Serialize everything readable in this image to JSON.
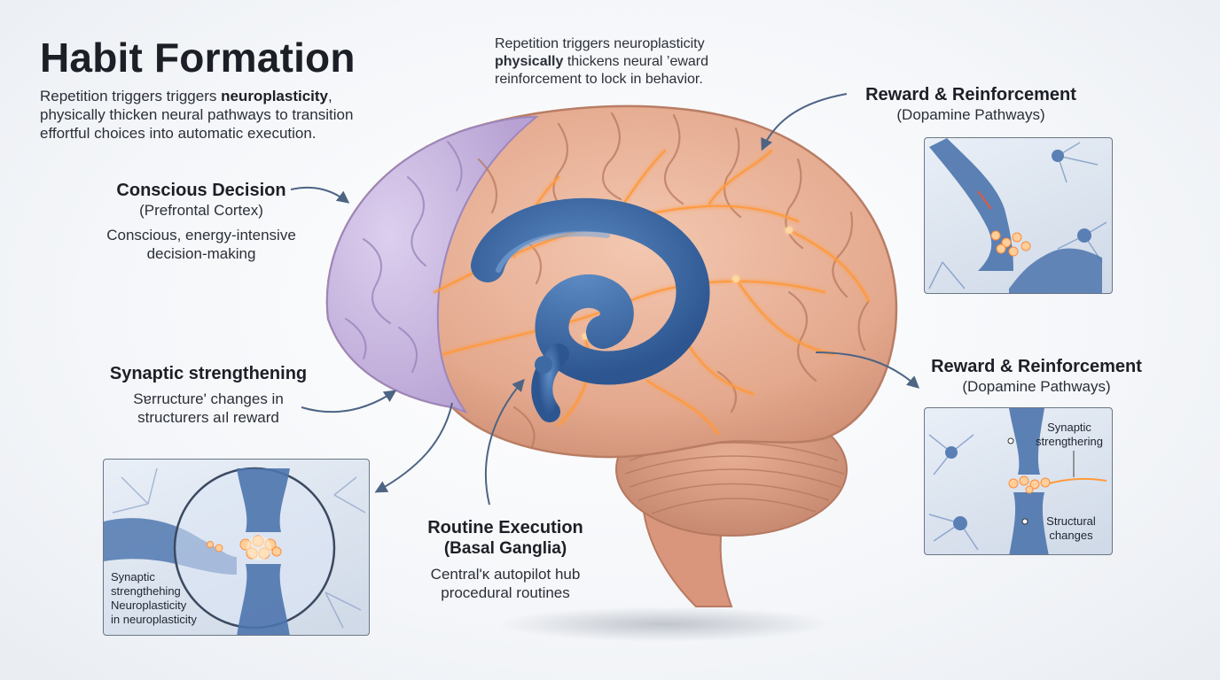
{
  "title": "Habit Formation",
  "intro": {
    "part1": "Repetition triggers triggers ",
    "highlight": "neuroplasticity",
    "part2": ", physically thicken neural pathways to transition effortful choices into automatic execution."
  },
  "top_note": {
    "line1": "Repetition triggers neuroplasticity",
    "line2_bold": "physically",
    "line2_rest": " thickens neural ’eward",
    "line3": "reinforcement to lock in behavior."
  },
  "labels": {
    "conscious": {
      "heading": "Conscious Decision",
      "sub": "(Prefrontal Cortex)",
      "desc1": "Conscious, energy-intensive",
      "desc2": "decision-making"
    },
    "synaptic": {
      "heading": "Synaptic strengthening",
      "desc1": "Sɐrructure' changes in",
      "desc2": "structurers aıl reward"
    },
    "routine": {
      "heading": "Routine Execution",
      "sub": "(Basal Ganglia)",
      "desc1": "Central'ĸ autopilot hub",
      "desc2": "procedural routines"
    },
    "reward_top": {
      "heading": "Reward & Reinforcement",
      "sub": "(Dopamine Pathways)"
    },
    "reward_mid": {
      "heading": "Reward & Reinforcement",
      "sub": "(Dopamine Pathways)"
    }
  },
  "panels": {
    "bottom_left": {
      "line1": "Synaptic",
      "line2": "strengthehing",
      "line3": "Neuroplasticity",
      "line4": "in neuroplasticity"
    },
    "right_bottom": {
      "synaptic1": "Synaptic",
      "synaptic2": "strengthering",
      "structural1": "Structural",
      "structural2": "changes"
    }
  },
  "colors": {
    "brain_tissue": "#e9b39a",
    "prefrontal": "#c9b6df",
    "basal_ganglia": "#3f6ea8",
    "pathway_glow": "#ff9a3c",
    "neuron": "#5a7fb5"
  }
}
